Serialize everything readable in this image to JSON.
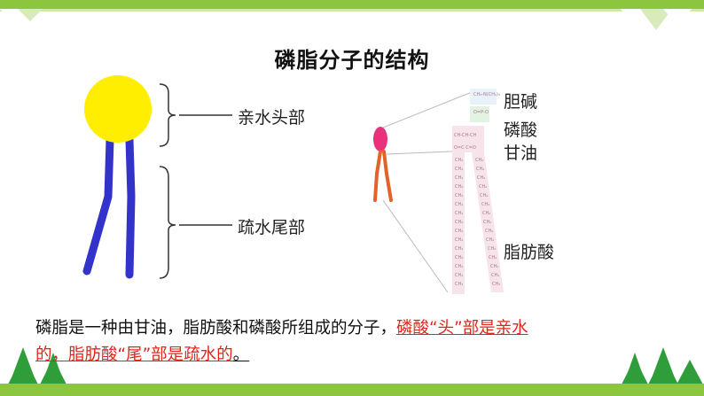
{
  "title": "磷脂分子的结构",
  "left_diagram": {
    "head_label": "亲水头部",
    "tail_label": "疏水尾部"
  },
  "right_diagram": {
    "labels": [
      "胆碱",
      "磷酸",
      "甘油",
      "脂肪酸"
    ]
  },
  "caption": {
    "plain": "磷脂是一种由甘油，脂肪酸和磷酸所组成的分子，",
    "red_line1": "磷酸“头”部是亲水",
    "red_line2": "的，脂肪酸“尾”部是疏水的",
    "end": "。"
  },
  "colors": {
    "accent_green": "#8cc63f",
    "head_yellow": "#ffee00",
    "tail_blue": "#3333cc",
    "highlight_red": "#e0261b",
    "right_head_pink": "#e8317a",
    "right_tail_orange": "#e2622a"
  }
}
